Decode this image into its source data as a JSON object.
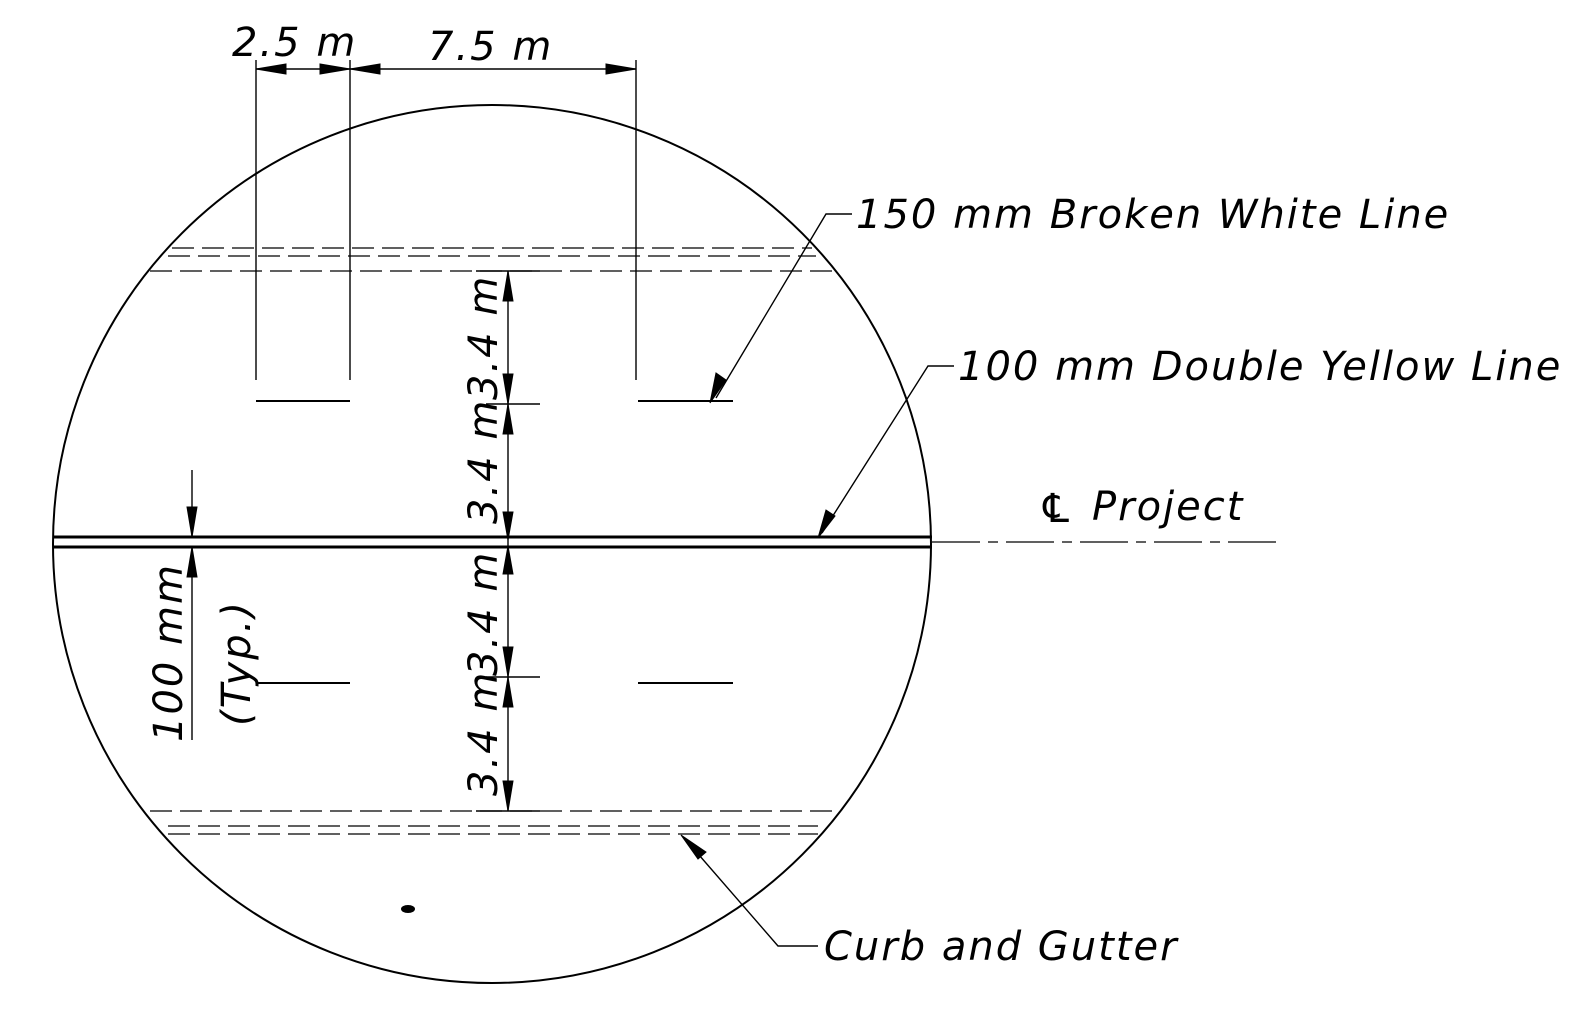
{
  "labels": {
    "dim_dash": "2.5 m",
    "dim_gap": "7.5 m",
    "broken_white_line": "150 mm Broken White Line",
    "double_yellow_line": "100 mm Double Yellow Line",
    "centerline_symbol": "℄",
    "centerline_project": "Project",
    "curb_gutter": "Curb and Gutter",
    "lane_width": "3.4 m",
    "line_width_value": "100 mm",
    "line_width_note": "(Typ.)"
  }
}
